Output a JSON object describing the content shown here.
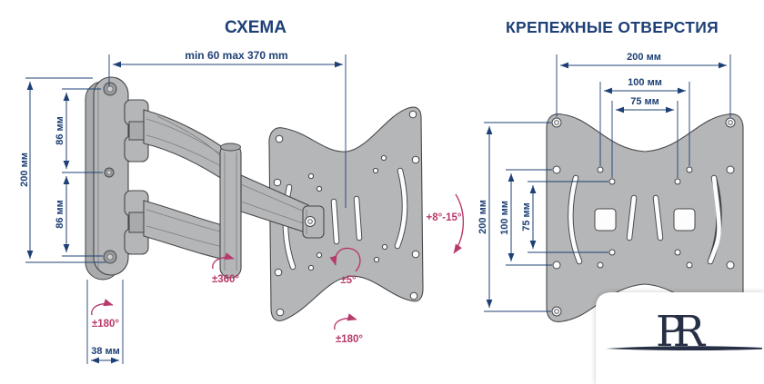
{
  "header": {
    "schema_title": "СХЕМА",
    "holes_title": "КРЕПЕЖНЫЕ ОТВЕРСТИЯ"
  },
  "schema": {
    "dim_extension": "min 60 max 370 mm",
    "dim_plate_height": "200 мм",
    "dim_upper_hole": "86 мм",
    "dim_lower_hole": "86 мм",
    "dim_depth": "38 мм",
    "rot_wall_swivel": "±180°",
    "rot_arm_swivel": "±360°",
    "rot_plate_rotate": "±5°",
    "rot_plate_swivel": "±180°",
    "rot_tilt_range": "+8°-15°"
  },
  "holes": {
    "dim_h_200": "200 мм",
    "dim_h_100": "100 мм",
    "dim_h_75": "75 мм",
    "dim_v_200": "200 мм",
    "dim_v_100": "100 мм",
    "dim_v_75": "75 мм"
  },
  "logo": {
    "monogram": "PR"
  },
  "colors": {
    "blue": "#1e4075",
    "pink": "#b8396b",
    "metal": "#b5b6b8",
    "outline": "#46474a",
    "logo": "#272f44"
  }
}
